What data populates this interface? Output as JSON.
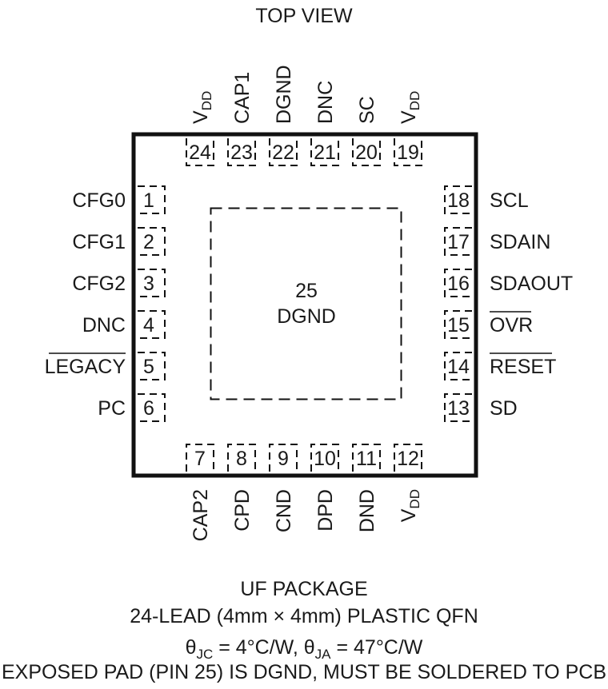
{
  "view_title": "TOP VIEW",
  "package": {
    "name": "UF PACKAGE",
    "description": "24-LEAD (4mm × 4mm) PLASTIC QFN",
    "thermal": {
      "theta_jc_symbol": "θ",
      "theta_jc_sub": "JC",
      "theta_jc_value": " = 4°C/W, ",
      "theta_ja_symbol": "θ",
      "theta_ja_sub": "JA",
      "theta_ja_value": " = 47°C/W"
    },
    "note": "EXPOSED PAD (PIN 25) IS DGND, MUST BE SOLDERED TO PCB"
  },
  "exposed_pad": {
    "number": "25",
    "name": "DGND"
  },
  "pins": {
    "left": [
      {
        "number": "1",
        "name": "CFG0",
        "overbar": false
      },
      {
        "number": "2",
        "name": "CFG1",
        "overbar": false
      },
      {
        "number": "3",
        "name": "CFG2",
        "overbar": false
      },
      {
        "number": "4",
        "name": "DNC",
        "overbar": false
      },
      {
        "number": "5",
        "name": "LEGACY",
        "overbar": true
      },
      {
        "number": "6",
        "name": "PC",
        "overbar": false
      }
    ],
    "bottom": [
      {
        "number": "7",
        "name": "CAP2"
      },
      {
        "number": "8",
        "name": "CPD"
      },
      {
        "number": "9",
        "name": "CND"
      },
      {
        "number": "10",
        "name": "DPD"
      },
      {
        "number": "11",
        "name": "DND"
      },
      {
        "number": "12",
        "name": "V",
        "sub": "DD"
      }
    ],
    "right": [
      {
        "number": "18",
        "name": "SCL",
        "overbar": false
      },
      {
        "number": "17",
        "name": "SDAIN",
        "overbar": false
      },
      {
        "number": "16",
        "name": "SDAOUT",
        "overbar": false
      },
      {
        "number": "15",
        "name": "OVR",
        "overbar": true
      },
      {
        "number": "14",
        "name": "RESET",
        "overbar": true
      },
      {
        "number": "13",
        "name": "SD",
        "overbar": false
      }
    ],
    "top": [
      {
        "number": "24",
        "name": "V",
        "sub": "DD"
      },
      {
        "number": "23",
        "name": "CAP1"
      },
      {
        "number": "22",
        "name": "DGND"
      },
      {
        "number": "21",
        "name": "DNC"
      },
      {
        "number": "20",
        "name": "SC"
      },
      {
        "number": "19",
        "name": "V",
        "sub": "DD"
      }
    ]
  }
}
